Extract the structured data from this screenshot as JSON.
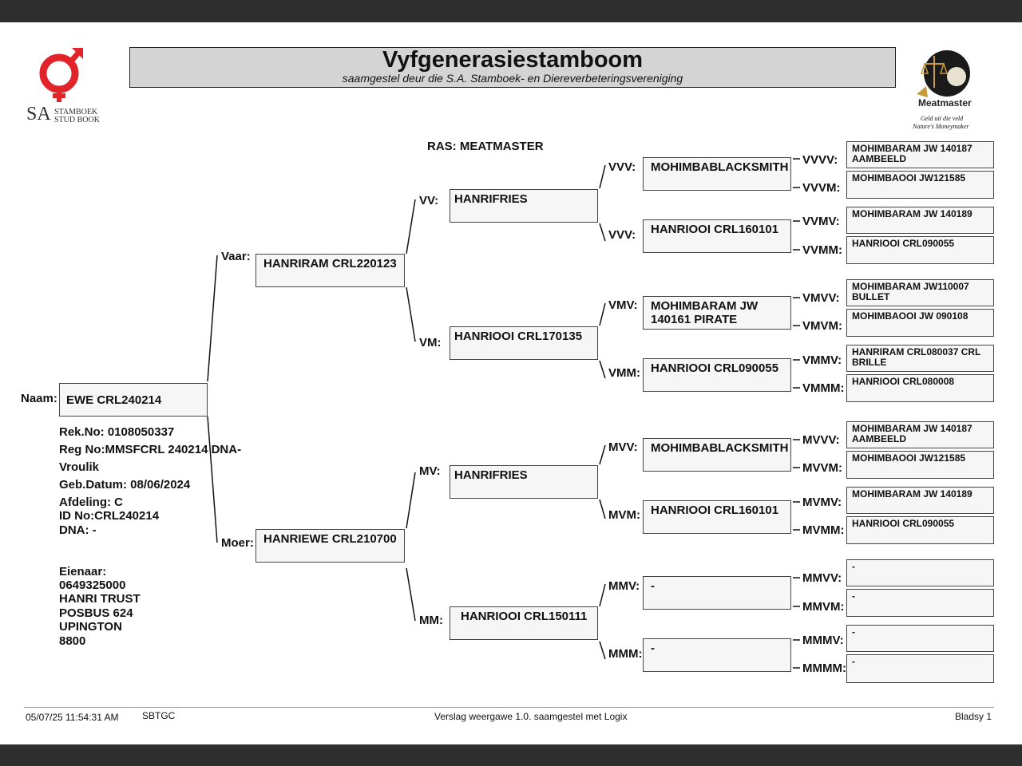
{
  "header": {
    "title": "Vyfgenerasiestamboom",
    "subtitle": "saamgestel deur die S.A. Stamboek- en Diereverbeteringsvereniging"
  },
  "logos": {
    "left_sa": "SA",
    "left_line1": "STAMBOEK",
    "left_line2": "STUD BOOK",
    "right_brand": "Meatmaster",
    "right_tag1": "Geld uit die veld",
    "right_tag2": "Nature's Moneymaker"
  },
  "ras": "RAS: MEATMASTER",
  "animal": {
    "naam_label": "Naam:",
    "naam": "EWE CRL240214",
    "rek": "Rek.No: 0108050337",
    "reg": "Reg No:MMSFCRL 240214 DNA-",
    "sex": "Vroulik",
    "geb": "Geb.Datum: 08/06/2024",
    "afdeling": "Afdeling: C",
    "id": "ID No:CRL240214",
    "dna": "DNA: -"
  },
  "owner": {
    "label": "Eienaar:",
    "number": "0649325000",
    "name": "HANRI TRUST",
    "address1": "POSBUS 624",
    "address2": "UPINGTON",
    "code": "8800"
  },
  "gen1": {
    "vaar_label": "Vaar:",
    "vaar": "HANRIRAM CRL220123",
    "moer_label": "Moer:",
    "moer": "HANRIEWE CRL210700"
  },
  "gen2": {
    "vv_label": "VV:",
    "vv": "HANRIFRIES",
    "vm_label": "VM:",
    "vm": "HANRIOOI CRL170135",
    "mv_label": "MV:",
    "mv": "HANRIFRIES",
    "mm_label": "MM:",
    "mm": "HANRIOOI CRL150111"
  },
  "gen3": {
    "vvv_label": "VVV:",
    "vvv": "MOHIMBABLACKSMITH",
    "vvm_label": "VVV:",
    "vvm": "HANRIOOI CRL160101",
    "vmv_label": "VMV:",
    "vmv": "MOHIMBARAM JW 140161 PIRATE",
    "vmm_label": "VMM:",
    "vmm": "HANRIOOI CRL090055",
    "mvv_label": "MVV:",
    "mvv": "MOHIMBABLACKSMITH",
    "mvm_label": "MVM:",
    "mvm": "HANRIOOI CRL160101",
    "mmv_label": "MMV:",
    "mmv": "-",
    "mmm_label": "MMM:",
    "mmm": "-"
  },
  "gen4": {
    "vvvv_label": "VVVV:",
    "vvvv": "MOHIMBARAM JW 140187 AAMBEELD",
    "vvvm_label": "VVVM:",
    "vvvm": "MOHIMBAOOI JW121585",
    "vvmv_label": "VVMV:",
    "vvmv": "MOHIMBARAM JW 140189",
    "vvmm_label": "VVMM:",
    "vvmm": "HANRIOOI CRL090055",
    "vmvv_label": "VMVV:",
    "vmvv": "MOHIMBARAM JW110007 BULLET",
    "vmvm_label": "VMVM:",
    "vmvm": "MOHIMBAOOI JW 090108",
    "vmmv_label": "VMMV:",
    "vmmv": "HANRIRAM CRL080037 CRL BRILLE",
    "vmmm_label": "VMMM:",
    "vmmm": "HANRIOOI CRL080008",
    "mvvv_label": "MVVV:",
    "mvvv": "MOHIMBARAM JW 140187 AAMBEELD",
    "mvvm_label": "MVVM:",
    "mvvm": "MOHIMBAOOI JW121585",
    "mvmv_label": "MVMV:",
    "mvmv": "MOHIMBARAM JW 140189",
    "mvmm_label": "MVMM:",
    "mvmm": "HANRIOOI CRL090055",
    "mmvv_label": "MMVV:",
    "mmvv": "-",
    "mmvm_label": "MMVM:",
    "mmvm": "-",
    "mmmv_label": "MMMV:",
    "mmmv": "-",
    "mmmm_label": "MMMM:",
    "mmmm": "-"
  },
  "footer": {
    "timestamp": "05/07/25 11:54:31 AM",
    "org": "SBTGC",
    "version": "Verslag weergawe 1.0. saamgestel met Logix",
    "page": "Bladsy 1"
  }
}
